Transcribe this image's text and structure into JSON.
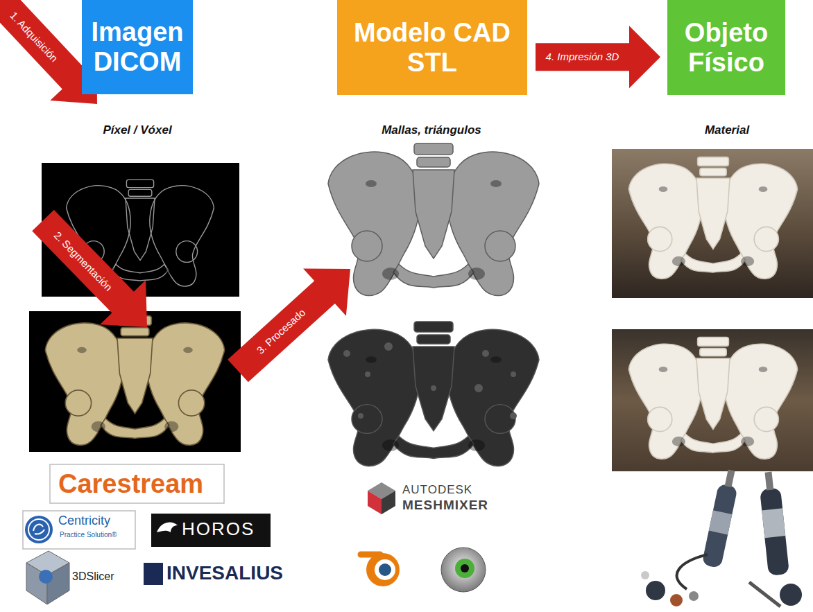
{
  "diagram": {
    "nodes": [
      {
        "text": [
          "Imagen DICOM"
        ]
      },
      {
        "text": [
          "Modelo CAD STL"
        ]
      },
      {
        "text": [
          "Objeto Físico"
        ]
      }
    ],
    "edges": [
      {
        "from": 1,
        "to": 2,
        "arrow": "to",
        "label": "4. Impresión 3D"
      }
    ],
    "labels": [
      "1. Adquisición",
      "Píxel / Vóxel",
      "Mallas, triángulos",
      "Material",
      "2. Segmentación",
      "3. Procesado",
      "Carestream",
      "Centricity",
      "Practice Solution®",
      "HOROS",
      "3DSlicer",
      "INVESALIUS",
      "AUTODESK",
      "MESHMIXER"
    ]
  }
}
